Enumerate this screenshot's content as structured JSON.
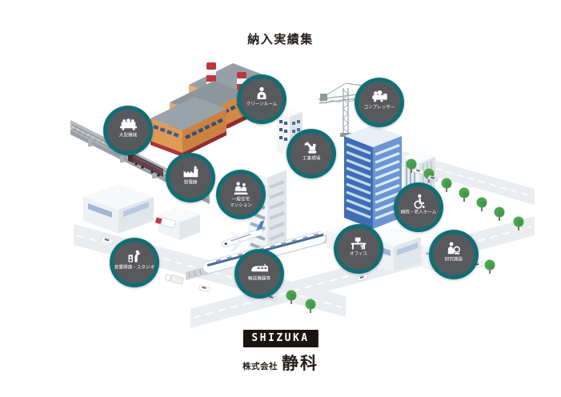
{
  "page": {
    "title": "納入実績集"
  },
  "colors": {
    "badge_ring": "#0f6f75",
    "badge_inner": "#58595c",
    "badge_label": "#ffffff",
    "logo_bg": "#1a1512",
    "ink": "#251e1b"
  },
  "scene": {
    "badges": [
      {
        "id": "cleanroom",
        "label": "クリーンルーム",
        "icon": "cleanroom-worker-icon"
      },
      {
        "id": "compressor",
        "label": "コンプレッサー",
        "icon": "compressor-icon"
      },
      {
        "id": "large-machinery",
        "label": "大型機械",
        "icon": "large-machine-icon"
      },
      {
        "id": "construction-site",
        "label": "工事現場",
        "icon": "excavator-icon"
      },
      {
        "id": "generator",
        "label": "発電機",
        "icon": "generator-icon"
      },
      {
        "id": "housing",
        "label": "一般住宅\nマンション",
        "icon": "residents-icon"
      },
      {
        "id": "hospital-nursing-home",
        "label": "病院・老人ホーム",
        "icon": "wheelchair-icon"
      },
      {
        "id": "office",
        "label": "オフィス",
        "icon": "office-desk-icon"
      },
      {
        "id": "research-facility",
        "label": "研究施設",
        "icon": "researcher-icon"
      },
      {
        "id": "audio-studio",
        "label": "音響関連・スタジオ",
        "icon": "studio-speaker-icon"
      },
      {
        "id": "transport-equipment",
        "label": "輸送機器等",
        "icon": "train-icon"
      }
    ]
  },
  "footer": {
    "brand_logo": "SHIZUKA",
    "company_prefix": "株式会社",
    "company_name": "静科"
  }
}
